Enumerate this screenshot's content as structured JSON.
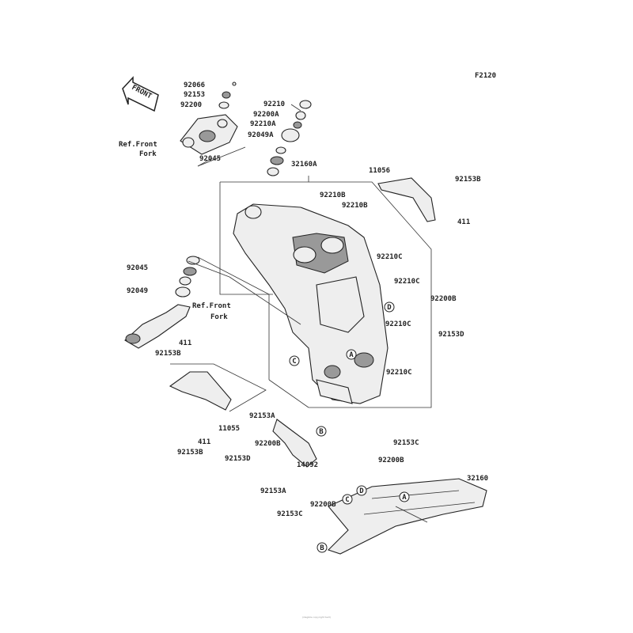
{
  "figure_code": "F2120",
  "front_arrow": "FRONT",
  "labels": [
    "92066",
    "92153",
    "92200",
    "92210",
    "92200A",
    "92210A",
    "92049A",
    "Ref.Front",
    "Fork",
    "92045",
    "32160A",
    "11056",
    "92153B",
    "92210B",
    "92210B",
    "411",
    "92210C",
    "92045",
    "92210C",
    "92049",
    "Ref.Front",
    "Fork",
    "92200B",
    "92210C",
    "92153D",
    "411",
    "92153B",
    "92210C",
    "92153A",
    "11055",
    "92200B",
    "92153C",
    "411",
    "92153B",
    "92153D",
    "92200B",
    "14092",
    "32160",
    "92153A",
    "92200B",
    "92153C"
  ],
  "callouts": [
    "D",
    "A",
    "C",
    "B",
    "D",
    "C",
    "A",
    "B"
  ],
  "footer": [
    "(illegible copyright text)"
  ]
}
